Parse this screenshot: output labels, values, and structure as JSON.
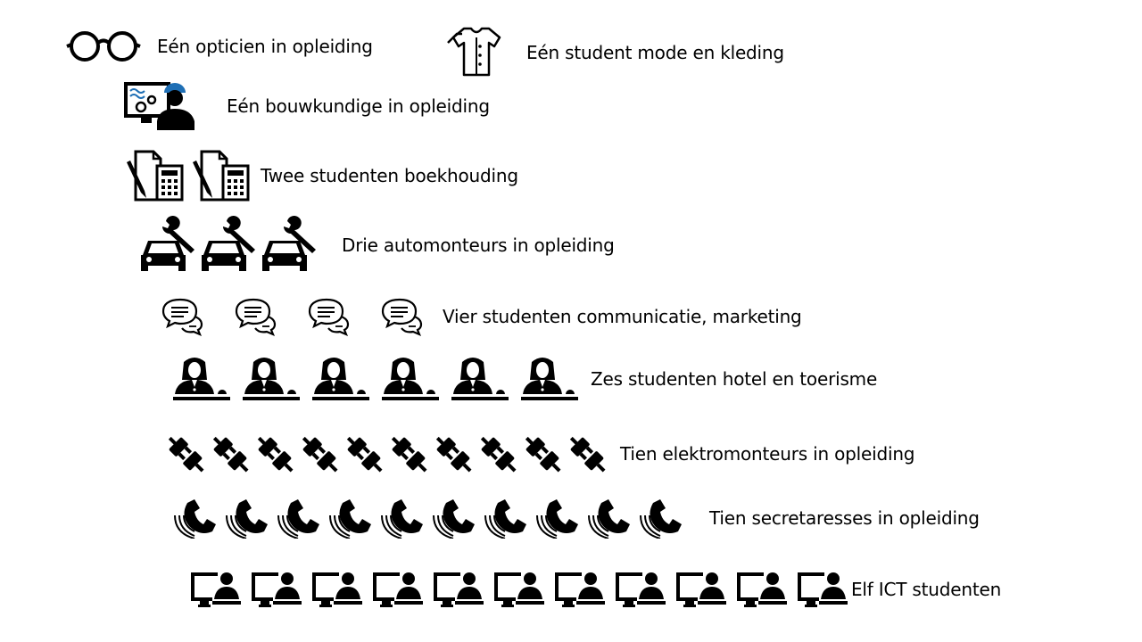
{
  "rows": [
    {
      "label": "Eén opticien in opleiding",
      "icon": "glasses-icon",
      "count": 1
    },
    {
      "label": "Eén student mode en kleding",
      "icon": "shirt-icon",
      "count": 1
    },
    {
      "label": "Eén bouwkundige in opleiding",
      "icon": "engineer-icon",
      "count": 1
    },
    {
      "label": "Twee studenten boekhouding",
      "icon": "accounting-icon",
      "count": 2
    },
    {
      "label": "Drie automonteurs in opleiding",
      "icon": "car-repair-icon",
      "count": 3
    },
    {
      "label": "Vier studenten communicatie, marketing",
      "icon": "chat-icon",
      "count": 4
    },
    {
      "label": "Zes studenten hotel en toerisme",
      "icon": "receptionist-icon",
      "count": 6
    },
    {
      "label": "Tien elektromonteurs in opleiding",
      "icon": "plug-icon",
      "count": 10
    },
    {
      "label": "Tien secretaresses in opleiding",
      "icon": "phone-icon",
      "count": 10
    },
    {
      "label": "Elf ICT studenten",
      "icon": "computer-user-icon",
      "count": 11
    }
  ]
}
